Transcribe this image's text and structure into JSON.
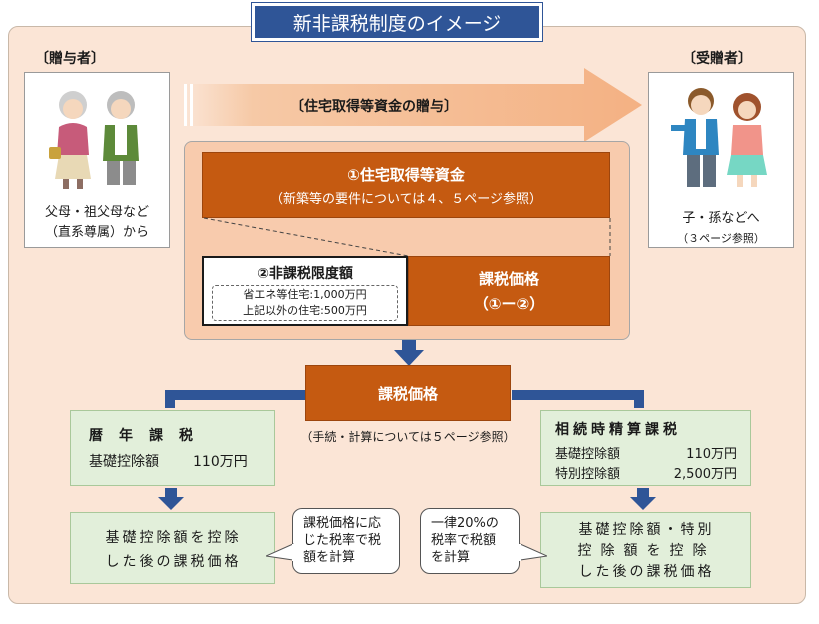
{
  "title": "新非課税制度のイメージ",
  "donor": {
    "role_label": "〔贈与者〕",
    "caption_line1": "父母・祖父母など",
    "caption_line2": "（直系尊属）から"
  },
  "recipient": {
    "role_label": "〔受贈者〕",
    "caption_line1": "子・孫などへ",
    "caption_line2": "（３ページ参照）"
  },
  "gift_arrow_label": "〔住宅取得等資金の贈与〕",
  "housing_funds": {
    "title": "①住宅取得等資金",
    "note": "（新築等の要件については４、５ページ参照）"
  },
  "exemption_limit": {
    "title": "②非課税限度額",
    "line1": "省エネ等住宅:1,000万円",
    "line2": "上記以外の住宅:500万円"
  },
  "taxable_inner": {
    "title": "課税価格",
    "formula": "（①ー②）"
  },
  "taxable_center": {
    "title": "課税価格",
    "note": "（手続・計算については５ページ参照）"
  },
  "calendar_tax": {
    "title": "暦　年　課　税",
    "deduction_label": "基礎控除額",
    "deduction_value": "110万円"
  },
  "settlement_tax": {
    "title": "相続時精算課税",
    "basic_label": "基礎控除額",
    "basic_value": "110万円",
    "special_label": "特別控除額",
    "special_value": "2,500万円"
  },
  "result_left": {
    "line1": "基礎控除額を控除",
    "line2": "した後の課税価格"
  },
  "result_right": {
    "line1": "基礎控除額・特別",
    "line2": "控除額を控除",
    "line3": "した後の課税価格"
  },
  "bubble_left": {
    "line1": "課税価格に応",
    "line2": "じた税率で税",
    "line3": "額を計算"
  },
  "bubble_right": {
    "line1": "一律20%の",
    "line2": "税率で税額",
    "line3": "を計算"
  },
  "colors": {
    "navy": "#2f5597",
    "orange": "#c55a11",
    "peach": "#fbe5d6",
    "salmon": "#f8cbad",
    "green": "#e2efda"
  }
}
